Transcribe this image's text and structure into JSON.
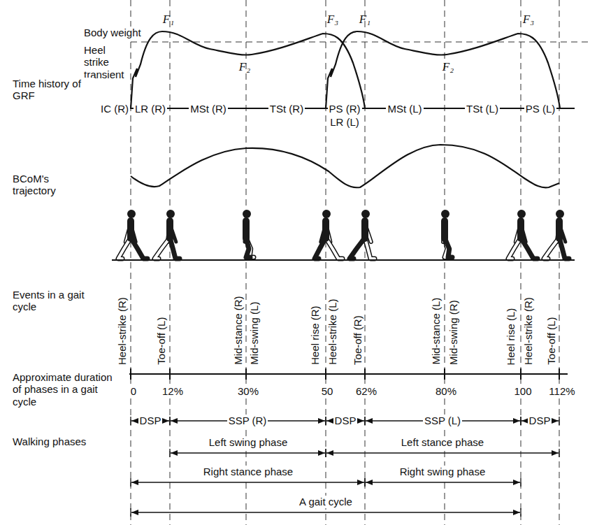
{
  "diagram": {
    "labels": [
      "Body weight",
      "Heel strike transient",
      "F₁",
      "F₃",
      "F₁",
      "F₃",
      "F₂",
      "F₂",
      "Time history of GRF",
      "IC (R)",
      "LR (R)",
      "MSt (R)",
      "TSt (R)",
      "PS (R)",
      "LR (L)",
      "MSt (L)",
      "TSt (L)",
      "PS (L)",
      "BCoM's trajectory",
      "Events in a gait cycle",
      "Heel-strike (R)",
      "Toe-off (L)",
      "Mid-stance (R)",
      "Mid-swing (L)",
      "Heel rise (R)",
      "Heel-strike (L)",
      "Toe-off (R)",
      "Mid-stance (L)",
      "Mid-swing (R)",
      "Heel rise (L)",
      "Heel-strike (R)",
      "Toe-off (L)",
      "Approximate duration of phases in a gait cycle",
      "0",
      "12%",
      "30%",
      "50",
      "62%",
      "80%",
      "100",
      "112%",
      "Walking phases",
      "DSP",
      "SSP (R)",
      "DSP",
      "SSP (L)",
      "DSP",
      "Left swing phase",
      "Left stance phase",
      "Right stance phase",
      "Right swing phase",
      "A gait cycle"
    ]
  }
}
